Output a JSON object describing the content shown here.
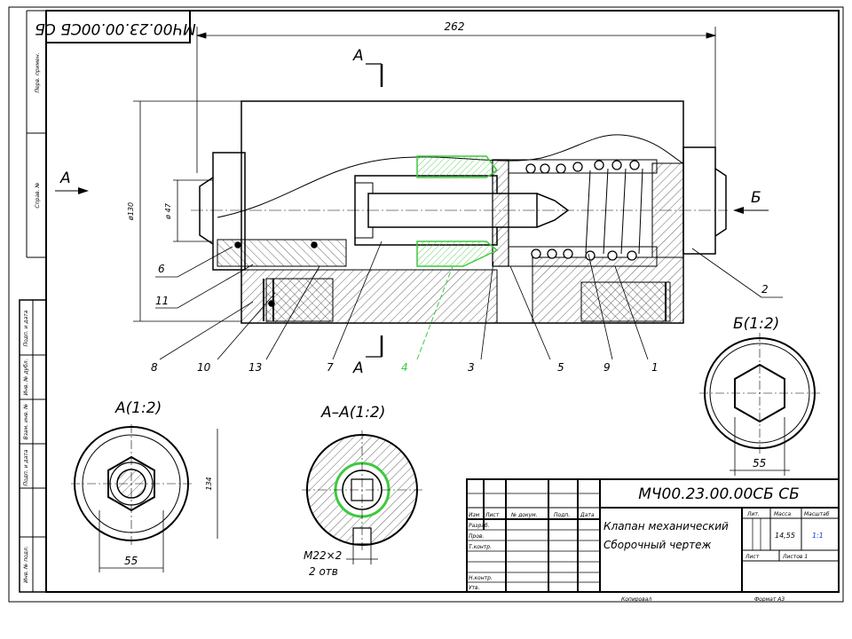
{
  "drawing": {
    "code_mirrored": "МЧ00.23.00.00СБ СБ",
    "code": "МЧ00.23.00.00СБ СБ",
    "title_line1": "Клапан механический",
    "title_line2": "Сборочный чертеж",
    "mass": "14,55",
    "scale": "1:1",
    "sheet": "Лист",
    "sheets": "Листов 1",
    "copied": "Копировал",
    "format": "Формат А3"
  },
  "title_block_headers": {
    "izm": "Изм",
    "list": "Лист",
    "doc_no": "№ докум.",
    "sign": "Подп.",
    "date": "Дата",
    "razrab": "Разраб.",
    "prov": "Пров.",
    "tkontr": "Т.контр.",
    "nkontr": "Н.контр.",
    "utv": "Утв.",
    "lit": "Лит.",
    "massa": "Масса",
    "masshtab": "Масштаб"
  },
  "side_labels": {
    "sprav": "Справ. №",
    "perv": "Перв. примен.",
    "podp_data1": "Подп. и дата",
    "inv_dubl": "Инв. № дубл.",
    "vzam_inv": "Взам. инв. №",
    "podp_data2": "Подп. и дата",
    "inv_podl": "Инв. № подл."
  },
  "views": {
    "section_A_top": "А",
    "section_A_bottom": "А",
    "arrow_A": "А",
    "arrow_B": "Б",
    "view_A": "А(1:2)",
    "view_AA": "А–А(1:2)",
    "view_B": "Б(1:2)"
  },
  "dimensions": {
    "overall": "262",
    "dia_outer": "ø130",
    "dia_inner": "ø 47",
    "view_A_height": "134",
    "view_A_width": "55",
    "view_B_width": "55",
    "thread": "М22×2",
    "thread_holes": "2 отв"
  },
  "leaders": [
    "6",
    "11",
    "8",
    "10",
    "13",
    "7",
    "4",
    "3",
    "5",
    "9",
    "1",
    "2"
  ],
  "colors": {
    "line": "#000000",
    "highlight": "#3ec93e"
  }
}
